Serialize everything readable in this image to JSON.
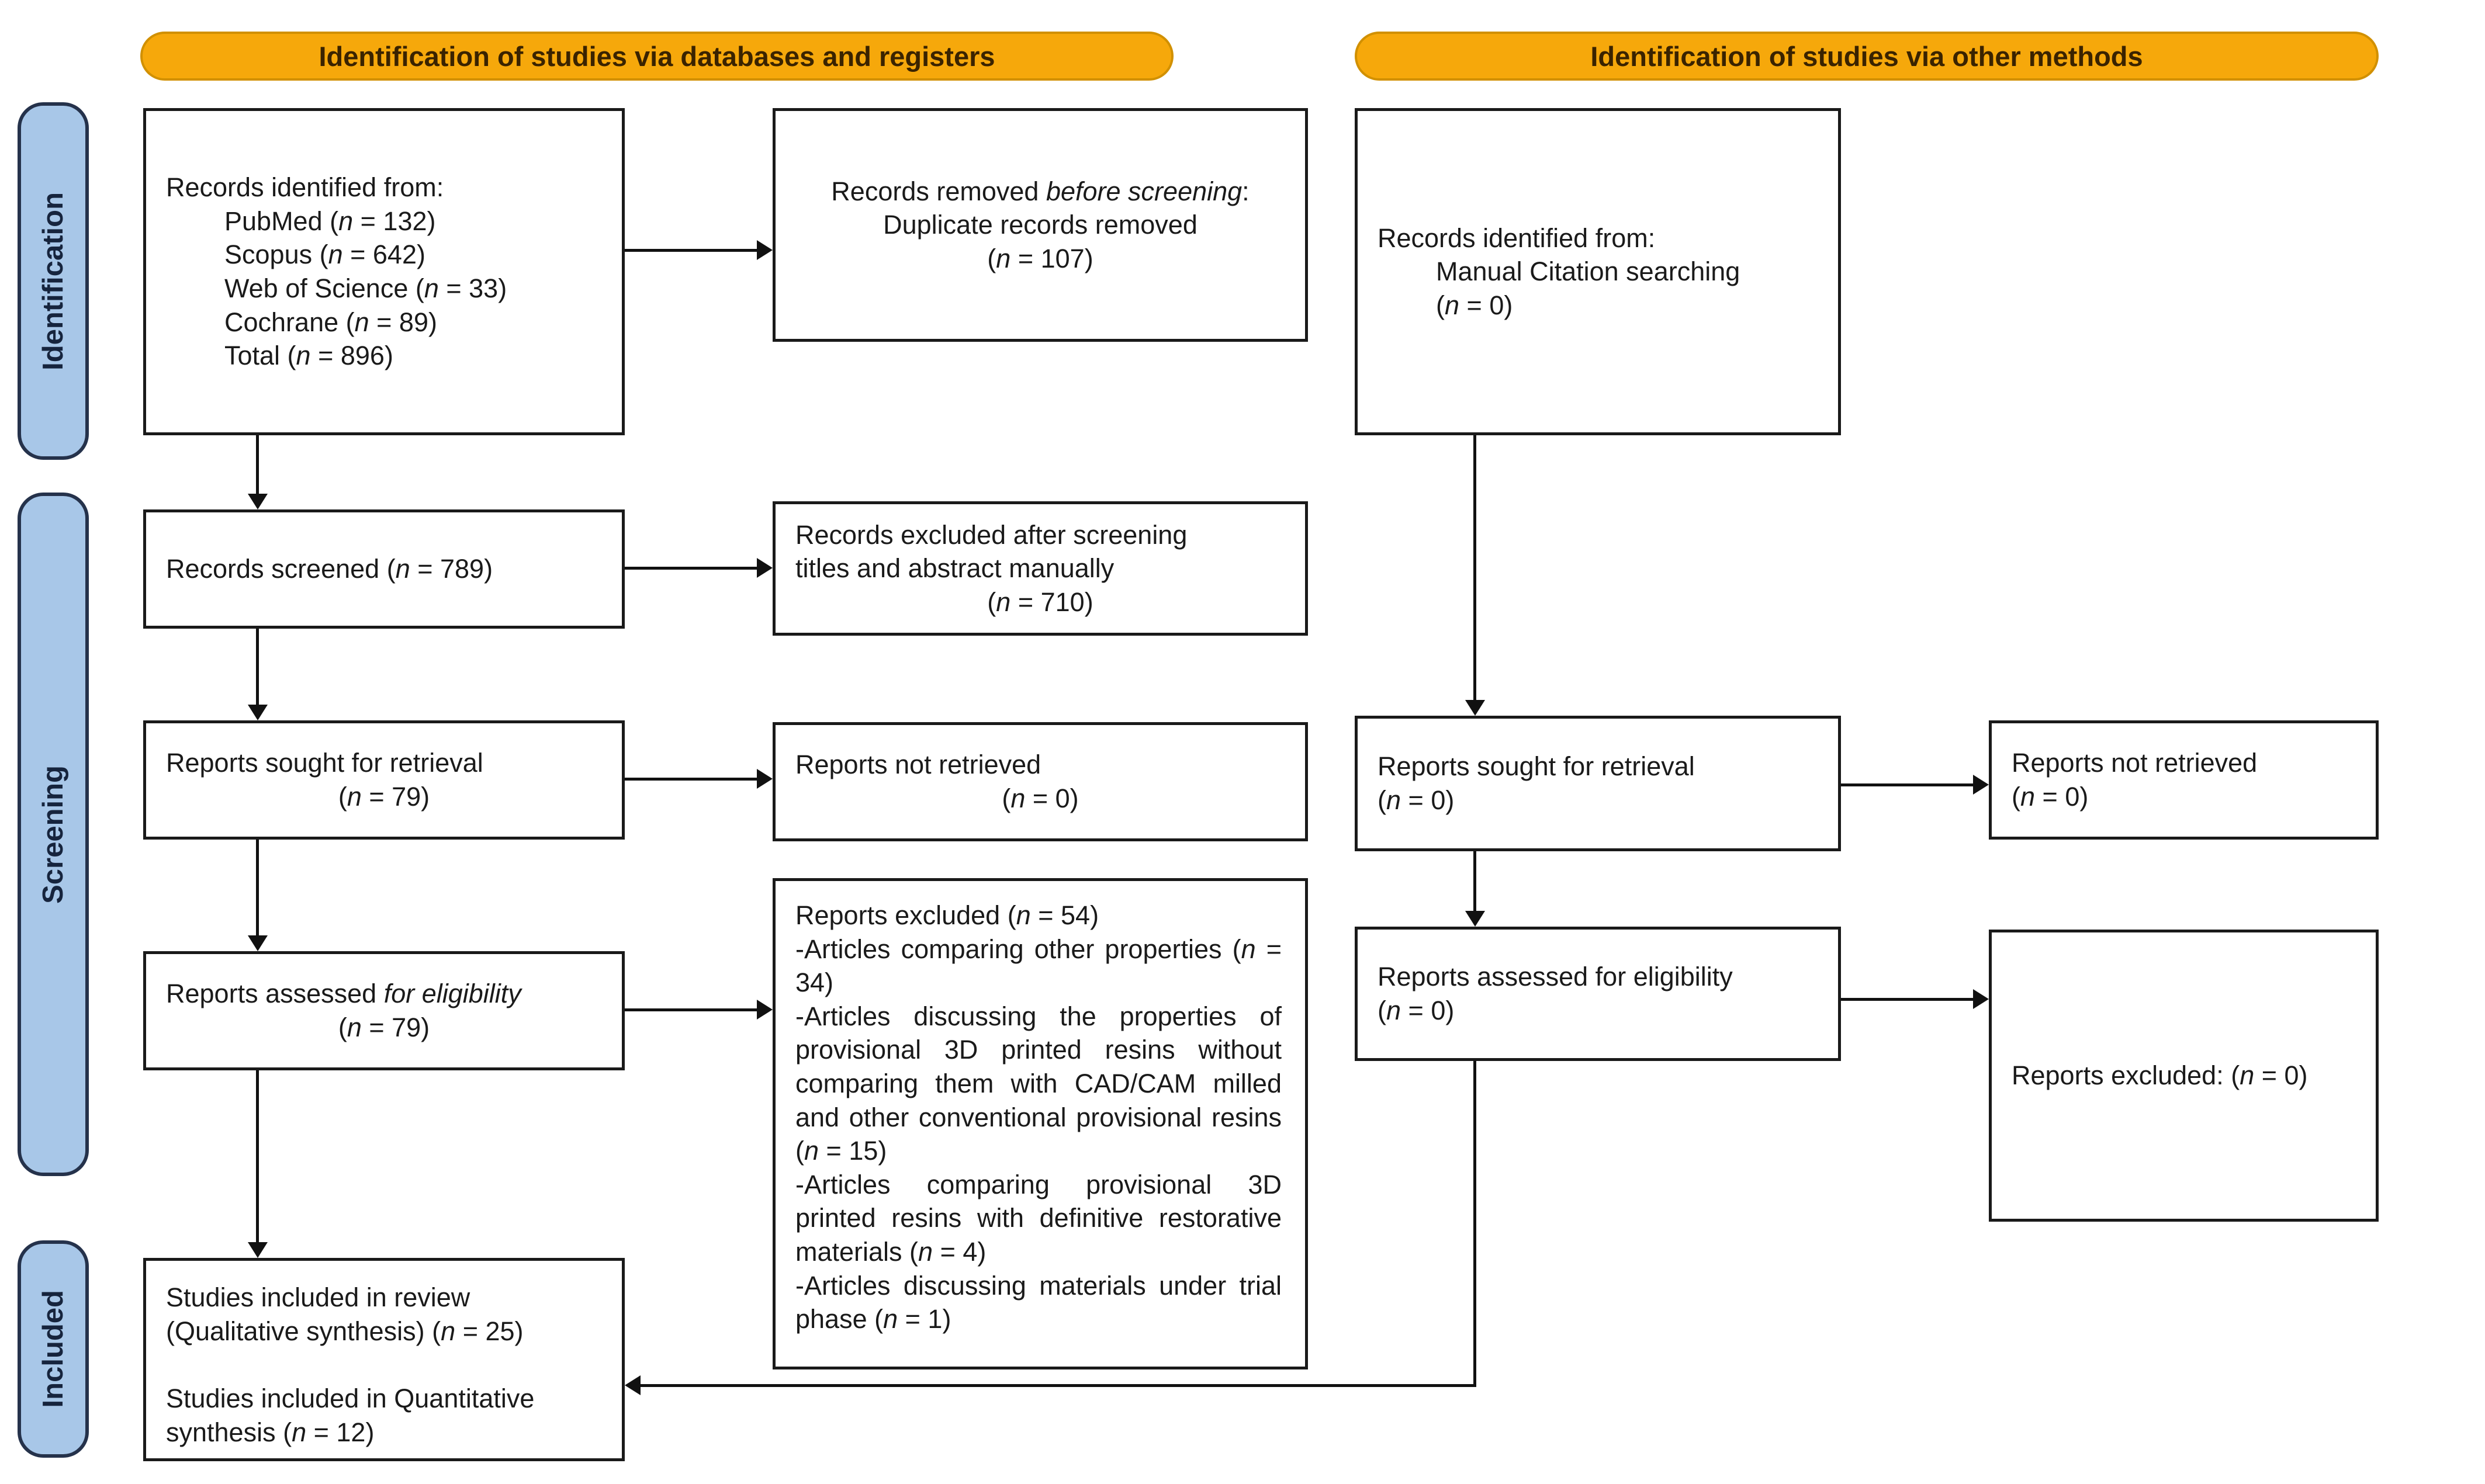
{
  "figure": {
    "type": "prisma-flow-diagram",
    "colors": {
      "header_fill": "#f6a80b",
      "header_border": "#d19000",
      "header_text": "#3a2300",
      "phase_fill": "#a8c7e8",
      "phase_border": "#25324b",
      "phase_text": "#16243d",
      "box_border": "#1a1a1a",
      "box_fill": "#ffffff",
      "connector": "#111111"
    }
  },
  "headers": {
    "databases": "Identification of studies via databases and registers",
    "other_methods": "Identification of studies via other methods"
  },
  "phases": {
    "identification": "Identification",
    "screening": "Screening",
    "included": "Included"
  },
  "boxes": {
    "db_identified": {
      "lines": [
        "Records identified from:",
        "PubMed (n = 132)",
        "Scopus (n = 642)",
        "Web of Science (n = 33)",
        "Cochrane (n = 89)",
        "Total (n = 896)"
      ]
    },
    "removed_before_screening": {
      "lines": [
        "Records removed *before screening*:",
        "Duplicate records removed",
        "(n = 107)"
      ]
    },
    "records_screened": {
      "lines": [
        "Records screened (n = 789)"
      ]
    },
    "records_excluded": {
      "lines": [
        "Records excluded after screening",
        "titles and abstract manually",
        "(n = 710)"
      ]
    },
    "reports_sought": {
      "lines": [
        "Reports sought for retrieval",
        "(n = 79)"
      ]
    },
    "reports_not_retrieved": {
      "lines": [
        "Reports not retrieved",
        "(n = 0)"
      ]
    },
    "reports_assessed": {
      "lines": [
        "Reports assessed *for eligibility*",
        "(n = 79)"
      ]
    },
    "reports_excluded_detail": {
      "items": [
        "Reports excluded (n = 54)",
        "-Articles comparing other properties (n = 34)",
        "-Articles discussing the properties of provisional 3D printed resins without comparing them with CAD/CAM milled and other conventional provisional resins (n = 15)",
        "-Articles comparing provisional 3D printed resins with definitive restorative materials (n = 4)",
        "-Articles discussing materials under trial phase (n = 1)"
      ]
    },
    "studies_included": {
      "paragraphs": [
        "Studies included in review (Qualitative synthesis) (n = 25)",
        "Studies included in Quantitative synthesis (n = 12)"
      ]
    },
    "other_identified": {
      "lines": [
        "Records identified from:",
        "Manual Citation searching",
        "(n = 0)"
      ]
    },
    "other_sought": {
      "lines": [
        "Reports sought for retrieval",
        "(n = 0)"
      ]
    },
    "other_not_retrieved": {
      "lines": [
        "Reports not retrieved",
        "(n = 0)"
      ]
    },
    "other_assessed": {
      "lines": [
        "Reports assessed for eligibility",
        "(n = 0)"
      ]
    },
    "other_excluded": {
      "lines": [
        "Reports excluded: (n = 0)"
      ]
    }
  }
}
